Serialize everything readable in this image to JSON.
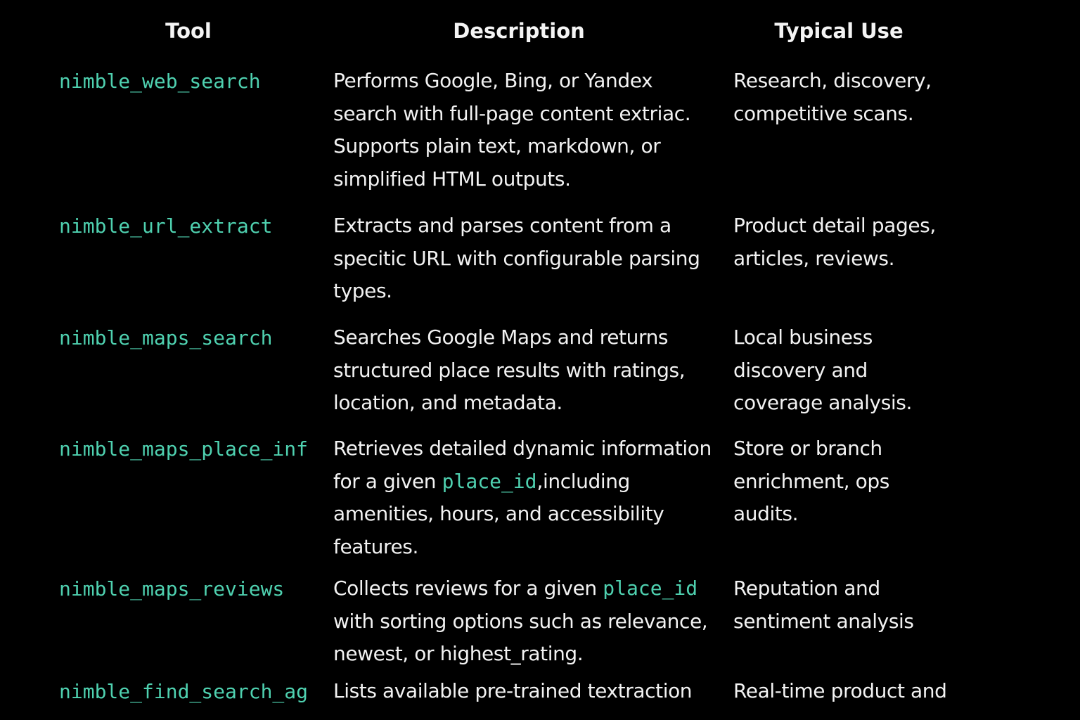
{
  "headers": {
    "tool": "Tool",
    "description": "Description",
    "typical_use": "Typical Use"
  },
  "rows": [
    {
      "tool": "nimble_web_search",
      "description_lines": [
        {
          "text": "Performs Google, Bing, or Yandex"
        },
        {
          "text": "search with full-page content extriac."
        },
        {
          "text": "Supports plain text, markdown, or"
        },
        {
          "text": "simplified HTML outputs."
        }
      ],
      "use_lines": [
        "Research, discovery,",
        "competitive scans."
      ]
    },
    {
      "tool": "nimble_url_extract",
      "description_lines": [
        {
          "text": "Extracts and parses content from a"
        },
        {
          "text": "specitic URL with configurable parsing"
        },
        {
          "text": "types."
        }
      ],
      "use_lines": [
        "Product detail pages,",
        "articles, reviews."
      ]
    },
    {
      "tool": "nimble_maps_search",
      "description_lines": [
        {
          "text": "Searches Google Maps and returns"
        },
        {
          "text": "structured place results with ratings,"
        },
        {
          "text": "location, and metadata."
        }
      ],
      "use_lines": [
        "Local business",
        "discovery and",
        "coverage analysis."
      ]
    },
    {
      "tool": "nimble_maps_place_inf",
      "description_lines": [
        {
          "text": "Retrieves detailed dynamic information"
        },
        {
          "pre": "for a given ",
          "code": "place_id",
          "post": ",including"
        },
        {
          "text": "amenities, hours, and accessibility"
        },
        {
          "text": "features."
        }
      ],
      "use_lines": [
        "Store or branch",
        "enrichment, ops",
        "audits."
      ]
    },
    {
      "tool": "nimble_maps_reviews",
      "description_lines": [
        {
          "pre": "Collects reviews for a given ",
          "code": "place_id",
          "post": ""
        },
        {
          "text": "with sorting options such as relevance,"
        },
        {
          "text": "newest, or highest_rating."
        }
      ],
      "use_lines": [
        "Reputation and",
        "sentiment analysis"
      ]
    },
    {
      "tool": "nimble_find_search_ag",
      "description_lines": [
        {
          "text": "Lists available pre-trained  textraction"
        }
      ],
      "use_lines": [
        "Real-time product and"
      ]
    }
  ]
}
